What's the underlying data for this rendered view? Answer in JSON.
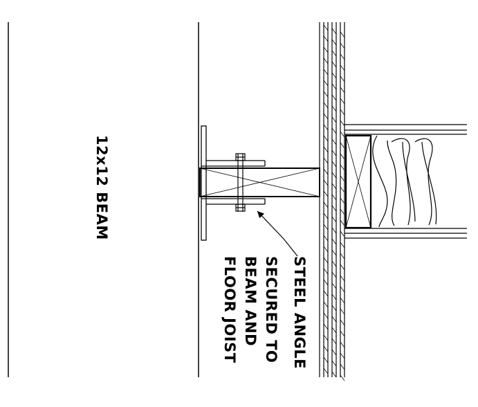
{
  "drawing": {
    "beam_label": "12x12 BEAM",
    "callout": {
      "lines": [
        "STEEL ANGLE",
        "SECURED TO",
        "BEAM AND",
        "FLOOR JOIST"
      ]
    }
  }
}
